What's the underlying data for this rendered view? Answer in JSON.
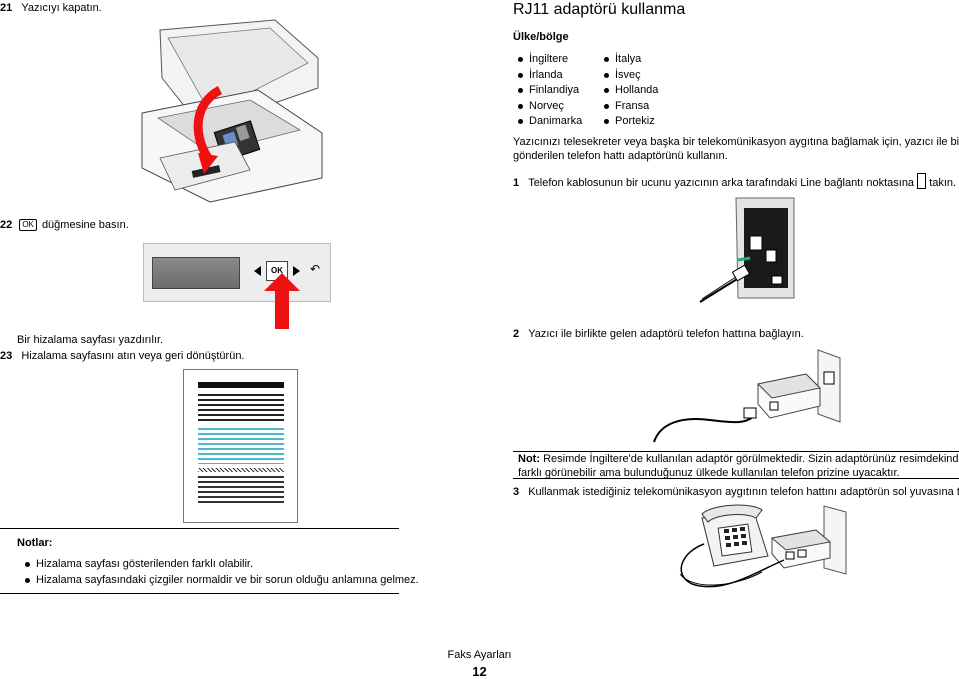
{
  "left": {
    "step21": {
      "num": "21",
      "text": "Yazıcıyı kapatın."
    },
    "step22": {
      "num": "22",
      "key": "OK",
      "text": "düğmesine basın."
    },
    "print_note": "Bir hizalama sayfası yazdırılır.",
    "step23": {
      "num": "23",
      "text": "Hizalama sayfasını atın veya geri dönüştürün."
    },
    "panel": {
      "ok_label": "OK"
    },
    "notes": {
      "title": "Notlar:",
      "items": [
        "Hizalama sayfası gösterilenden farklı olabilir.",
        "Hizalama sayfasındaki çizgiler normaldir ve bir sorun olduğu anlamına gelmez."
      ]
    }
  },
  "right": {
    "title": "RJ11 adaptörü kullanma",
    "subtitle": "Ülke/bölge",
    "countries_col1": [
      "İngiltere",
      "İrlanda",
      "Finlandiya",
      "Norveç",
      "Danimarka"
    ],
    "countries_col2": [
      "İtalya",
      "İsveç",
      "Hollanda",
      "Fransa",
      "Portekiz"
    ],
    "intro_line1": "Yazıcınızı telesekreter veya başka bir telekomünikasyon aygıtına bağlamak için, yazıcı ile birlikte",
    "intro_line2": "gönderilen telefon hattı adaptörünü kullanın.",
    "step1": {
      "num": "1",
      "text": "Telefon kablosunun bir ucunu yazıcının arka tarafındaki Line bağlantı noktasına",
      "tail": "takın."
    },
    "step2": {
      "num": "2",
      "text": "Yazıcı ile birlikte gelen adaptörü telefon hattına bağlayın."
    },
    "note": {
      "label": "Not:",
      "line1": "Resimde İngiltere'de kullanılan adaptör görülmektedir. Sizin adaptörünüz resimdekinden",
      "line2": "farklı görünebilir ama bulunduğunuz ülkede kullanılan telefon prizine uyacaktır."
    },
    "step3": {
      "num": "3",
      "text": "Kullanmak istediğiniz telekomünikasyon aygıtının telefon hattını adaptörün sol yuvasına takın."
    }
  },
  "footer": {
    "section": "Faks Ayarları",
    "page": "12"
  }
}
